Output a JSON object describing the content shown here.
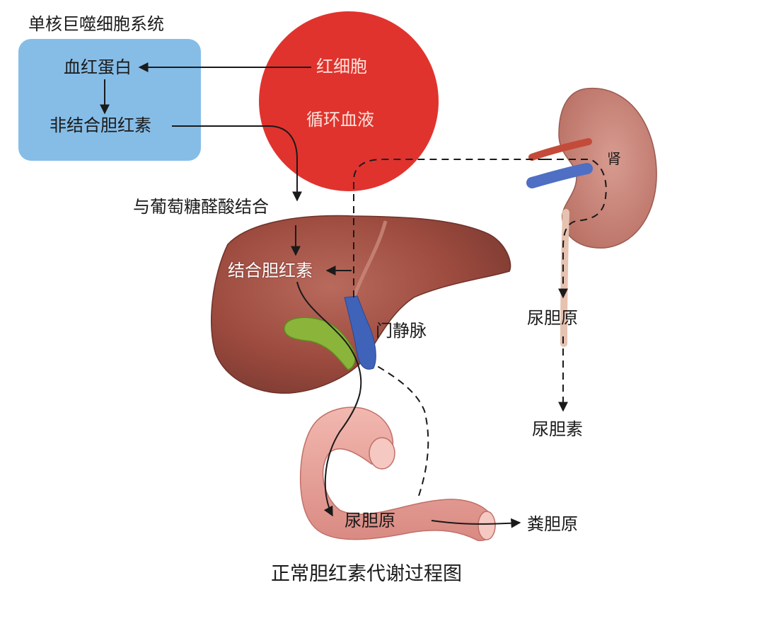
{
  "labels": {
    "mps_system": "单核巨噬细胞系统",
    "hemoglobin": "血红蛋白",
    "unconjugated_bilirubin": "非结合胆红素",
    "red_blood_cell": "红细胞",
    "circulating_blood": "循环血液",
    "conjugation_step": "与葡萄糖醛酸结合",
    "conjugated_bilirubin": "结合胆红素",
    "portal_vein": "门静脉",
    "kidney": "肾",
    "urobilinogen_kidney": "尿胆原",
    "urobilin": "尿胆素",
    "urobilinogen_intestine": "尿胆原",
    "stercobilinogen": "粪胆原",
    "caption": "正常胆红素代谢过程图"
  },
  "colors": {
    "mps_box": "#86bde7",
    "blood": "#e0332e",
    "liver": "#9c4a3e",
    "kidney": "#c9857a",
    "gallbladder": "#8ab43a",
    "portal_vein": "#3f63b8",
    "intestine": "#e9a39b",
    "arrow": "#1a1a1a"
  }
}
